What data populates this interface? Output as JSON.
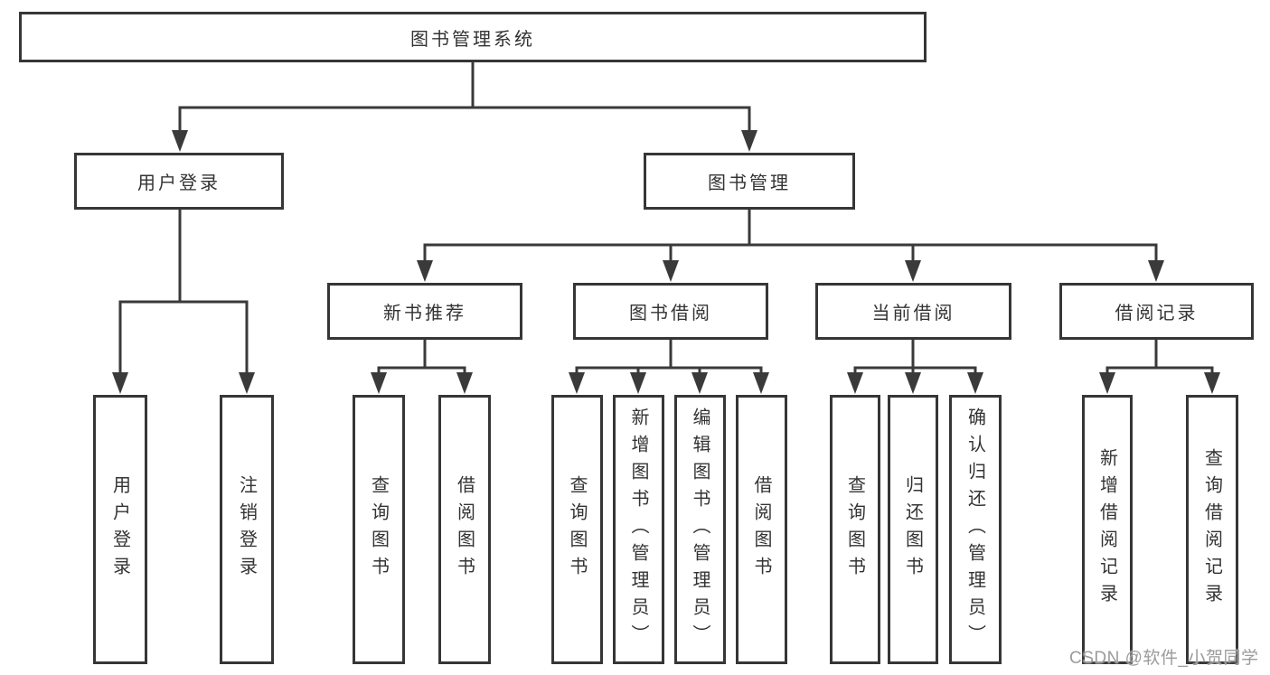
{
  "tree": {
    "root": {
      "label": "图书管理系统",
      "children": [
        {
          "label": "用户登录",
          "children": [
            {
              "label": "用户登录"
            },
            {
              "label": "注销登录"
            }
          ]
        },
        {
          "label": "图书管理",
          "children": [
            {
              "label": "新书推荐",
              "children": [
                {
                  "label": "查询图书"
                },
                {
                  "label": "借阅图书"
                }
              ]
            },
            {
              "label": "图书借阅",
              "children": [
                {
                  "label": "查询图书"
                },
                {
                  "label": "新增图书（管理员）"
                },
                {
                  "label": "编辑图书（管理员）"
                },
                {
                  "label": "借阅图书"
                }
              ]
            },
            {
              "label": "当前借阅",
              "children": [
                {
                  "label": "查询图书"
                },
                {
                  "label": "归还图书"
                },
                {
                  "label": "确认归还（管理员）"
                }
              ]
            },
            {
              "label": "借阅记录",
              "children": [
                {
                  "label": "新增借阅记录"
                },
                {
                  "label": "查询借阅记录"
                }
              ]
            }
          ]
        }
      ]
    }
  },
  "watermark": {
    "text": "CSDN @软件_小贺同学"
  },
  "colors": {
    "line": "#3a3a3a",
    "box_border": "#363636",
    "box_fill": "#ffffff",
    "text": "#333333",
    "watermark": "#9b9b9b",
    "background": "#ffffff"
  }
}
